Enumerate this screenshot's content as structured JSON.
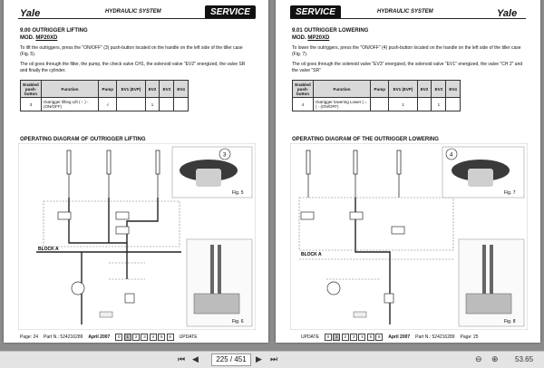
{
  "left_page": {
    "brand": "Yale",
    "section": "HYDRAULIC SYSTEM",
    "service_badge": "SERVICE",
    "heading": "9.00 OUTRIGGER LIFTING",
    "mod_label": "MOD.",
    "mod_value": "MP20XD",
    "para1": "To lift the outriggers, press the \"ON/OFF\" (3) push-button located on the handle on the left side of the tiller case (Fig. 5).",
    "para2": "The oil goes through the filter, the pump, the check valve CH1, the solenoid valve \"EV2\" energized, the valve SR and finally the cylinder.",
    "table_headers": [
      "Enabled push-button",
      "Function",
      "Pump",
      "EV1 (EVP)",
      "EV2",
      "EV3",
      "EV4"
    ],
    "row": [
      "3",
      "Outrigger lifting Lift ( ↑ ) - (ON/OFF)",
      "√",
      "",
      "1",
      "",
      ""
    ],
    "diagram_title": "OPERATING DIAGRAM OF OUTRIGGER LIFTING",
    "fig_top": "Fig. 5",
    "fig_bottom": "Fig. 6",
    "callout": "3",
    "block": "BLOCK A",
    "footer_page": "Page: 24",
    "footer_part": "Part N.: 524216289",
    "footer_date": "April 2007",
    "footer_boxes": [
      "0",
      "1",
      "2",
      "3",
      "4",
      "5",
      "6"
    ],
    "footer_update": "UPDATE"
  },
  "right_page": {
    "brand": "Yale",
    "section": "HYDRAULIC SYSTEM",
    "service_badge": "SERVICE",
    "heading": "9.01 OUTRIGGER LOWERING",
    "mod_label": "MOD.",
    "mod_value": "MP20XD",
    "para1": "To lower the outriggers, press the \"ON/OFF\" (4) push-button located on the handle on the left side of the tiller case (Fig. 7).",
    "para2": "The oil goes through the solenoid valve \"EV3\" energized, the solenoid valve \"EV1\" energized, the valve \"CH 2\" and the valve \"SR\"",
    "table_headers": [
      "Enabled push-button",
      "Function",
      "Pump",
      "EV1 (EVP)",
      "EV2",
      "EV3",
      "EV4"
    ],
    "row": [
      "4",
      "Outrigger lowering Lower ( ↓ ) - (ON/OFF)",
      "",
      "1",
      "",
      "1",
      ""
    ],
    "diagram_title": "OPERATING DIAGRAM OF THE OUTRIGGER LOWERING",
    "fig_top": "Fig. 7",
    "fig_bottom": "Fig. 8",
    "callout": "4",
    "block": "BLOCK A",
    "footer_update": "UPDATE",
    "footer_boxes": [
      "0",
      "1",
      "2",
      "3",
      "4",
      "5",
      "6"
    ],
    "footer_date": "April 2007",
    "footer_part": "Part N.: 524216289",
    "footer_page": "Page: 25"
  },
  "toolbar": {
    "page_value": "225 / 451",
    "zoom": "53.65"
  }
}
